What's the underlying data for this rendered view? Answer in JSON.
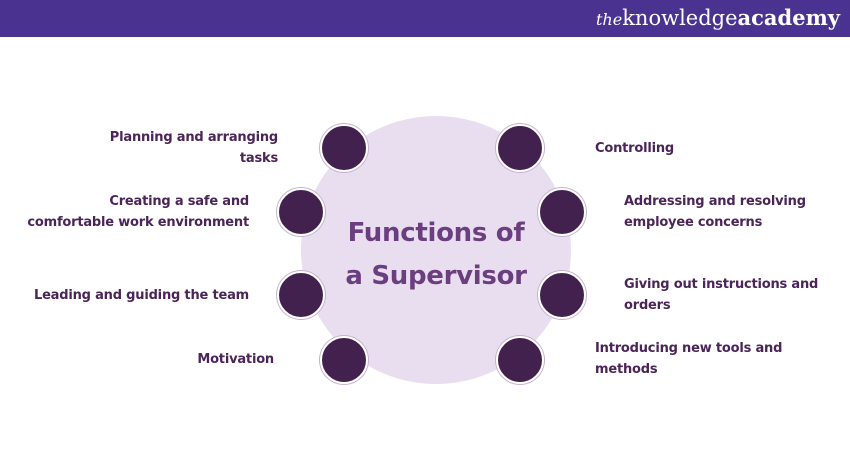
{
  "brand": {
    "the": "the",
    "knowledge": "knowledge",
    "academy": "academy"
  },
  "diagram": {
    "title_line1": "Functions of",
    "title_line2": "a Supervisor",
    "left_items": [
      {
        "line1": "Planning and arranging",
        "line2": "tasks"
      },
      {
        "line1": "Creating a safe and",
        "line2": "comfortable work environment"
      },
      {
        "line1": "Leading and guiding the team",
        "line2": ""
      },
      {
        "line1": "Motivation",
        "line2": ""
      }
    ],
    "right_items": [
      {
        "line1": "Controlling",
        "line2": ""
      },
      {
        "line1": "Addressing and resolving",
        "line2": "employee concerns"
      },
      {
        "line1": "Giving out instructions and",
        "line2": "orders"
      },
      {
        "line1": "Introducing new tools and",
        "line2": "methods"
      }
    ]
  },
  "colors": {
    "header": "#4a3290",
    "circle_fill": "#e9deef",
    "node_fill": "#43214f",
    "text": "#4b2458",
    "title": "#6b3e80"
  }
}
